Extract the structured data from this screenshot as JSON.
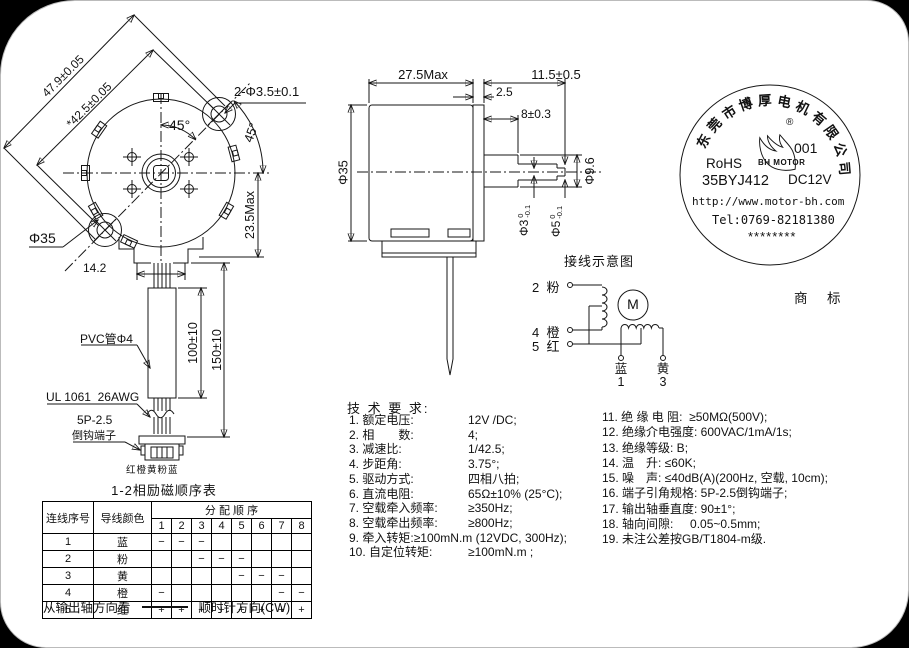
{
  "front_view": {
    "dim_diagonal_outer": "47.9±0.05",
    "dim_diagonal_inner": "*42.5±0.05",
    "dim_mount_holes": "2-Φ3.5±0.1",
    "angle_inner": "45°",
    "angle_outer": "45°",
    "dim_body_diameter": "Φ35",
    "dim_height_below_center": "23.5Max",
    "dim_wire_exit_width": "14.2",
    "dim_pvc_tube_length": "100±10",
    "dim_lead_length": "150±10",
    "label_pvc_tube": "PVC管Φ4",
    "label_wire_spec": "UL 1061  26AWG",
    "label_connector_line1": "5P-2.5",
    "label_connector_line2": "倒钩端子",
    "label_wire_colors": "红橙黄粉蓝"
  },
  "side_view": {
    "dim_body_length": "27.5Max",
    "dim_shaft_protrusion": "11.5±0.5",
    "dim_plate_thickness": "2.5",
    "dim_boss_length": "8±0.3",
    "dim_body_diameter": "Φ35",
    "dim_boss_diameter": "Φ9.6",
    "dim_shaft_tip": {
      "main": "Φ3",
      "tol_upper": "0",
      "tol_lower": "-0.1"
    },
    "dim_shaft": {
      "main": "Φ5",
      "tol_upper": "0",
      "tol_lower": "-0.1"
    }
  },
  "wiring": {
    "title": "接线示意图",
    "motor_symbol": "M",
    "terminals": [
      {
        "num": "2",
        "color": "粉"
      },
      {
        "num": "4",
        "color": "橙"
      },
      {
        "num": "5",
        "color": "红"
      }
    ],
    "bottom_terminals": [
      {
        "color": "蓝",
        "num": "1"
      },
      {
        "color": "黄",
        "num": "3"
      }
    ]
  },
  "stamp": {
    "company_arc": [
      "东",
      "莞",
      "市",
      "博",
      "厚",
      "电",
      "机",
      "有",
      "限",
      "公",
      "司"
    ],
    "registered_mark": "®",
    "serial": "001",
    "logo_text": "BH MOTOR",
    "cert": "RoHS",
    "model": "35BYJ412",
    "voltage": "DC12V",
    "website": "http://www.motor-bh.com",
    "telephone": "Tel:0769-82181380",
    "stars": "********",
    "caption": "商  标"
  },
  "tech": {
    "title": "技 术 要 求:",
    "left": [
      {
        "label": "1. 额定电压:",
        "value": "12V /DC;"
      },
      {
        "label": "2. 相　　数:",
        "value": "4;"
      },
      {
        "label": "3. 减速比:",
        "value": "1/42.5;"
      },
      {
        "label": "4. 步距角:",
        "value": "3.75°;"
      },
      {
        "label": "5. 驱动方式:",
        "value": "四相八拍;"
      },
      {
        "label": "6. 直流电阻:",
        "value": "65Ω±10% (25°C);"
      },
      {
        "label": "7. 空载牵入频率:",
        "value": "≥350Hz;"
      },
      {
        "label": "8. 空载牵出频率:",
        "value": "≥800Hz;"
      },
      {
        "label": "9. 牵入转矩:",
        "value": "≥100mN.m (12VDC, 300Hz);"
      },
      {
        "label": "10. 自定位转矩:",
        "value": "≥100mN.m ;"
      }
    ],
    "right": [
      "11. 绝 缘 电 阻:  ≥50MΩ(500V);",
      "12. 绝缘介电强度: 600VAC/1mA/1s;",
      "13. 绝缘等级: B;",
      "14. 温　升: ≤60K;",
      "15. 噪　声: ≤40dB(A)(200Hz, 空载, 10cm);",
      "16. 端子引角规格: 5P-2.5倒钩端子;",
      "17. 输出轴垂直度: 90±1°;",
      "18. 轴向间隙:     0.05~0.5mm;",
      "19. 未注公差按GB/T1804-m级."
    ]
  },
  "seq_table": {
    "title": "1-2相励磁顺序表",
    "header_num": "连线序号",
    "header_color": "导线颜色",
    "header_seq": "分 配 顺 序",
    "steps": [
      "1",
      "2",
      "3",
      "4",
      "5",
      "6",
      "7",
      "8"
    ],
    "rows": [
      {
        "num": "1",
        "color": "蓝",
        "marks": [
          "−",
          "−",
          "−",
          "",
          "",
          "",
          "",
          ""
        ]
      },
      {
        "num": "2",
        "color": "粉",
        "marks": [
          "",
          "",
          "−",
          "−",
          "−",
          "",
          "",
          ""
        ]
      },
      {
        "num": "3",
        "color": "黄",
        "marks": [
          "",
          "",
          "",
          "",
          "−",
          "−",
          "−",
          ""
        ]
      },
      {
        "num": "4",
        "color": "橙",
        "marks": [
          "−",
          "",
          "",
          "",
          "",
          "",
          "−",
          "−"
        ]
      },
      {
        "num": "5",
        "color": "红",
        "marks": [
          "+",
          "+",
          "+",
          "+",
          "+",
          "+",
          "+",
          "+"
        ]
      }
    ],
    "footer_view": "从输出轴方向看",
    "footer_direction": "顺时针方向(CW)"
  }
}
